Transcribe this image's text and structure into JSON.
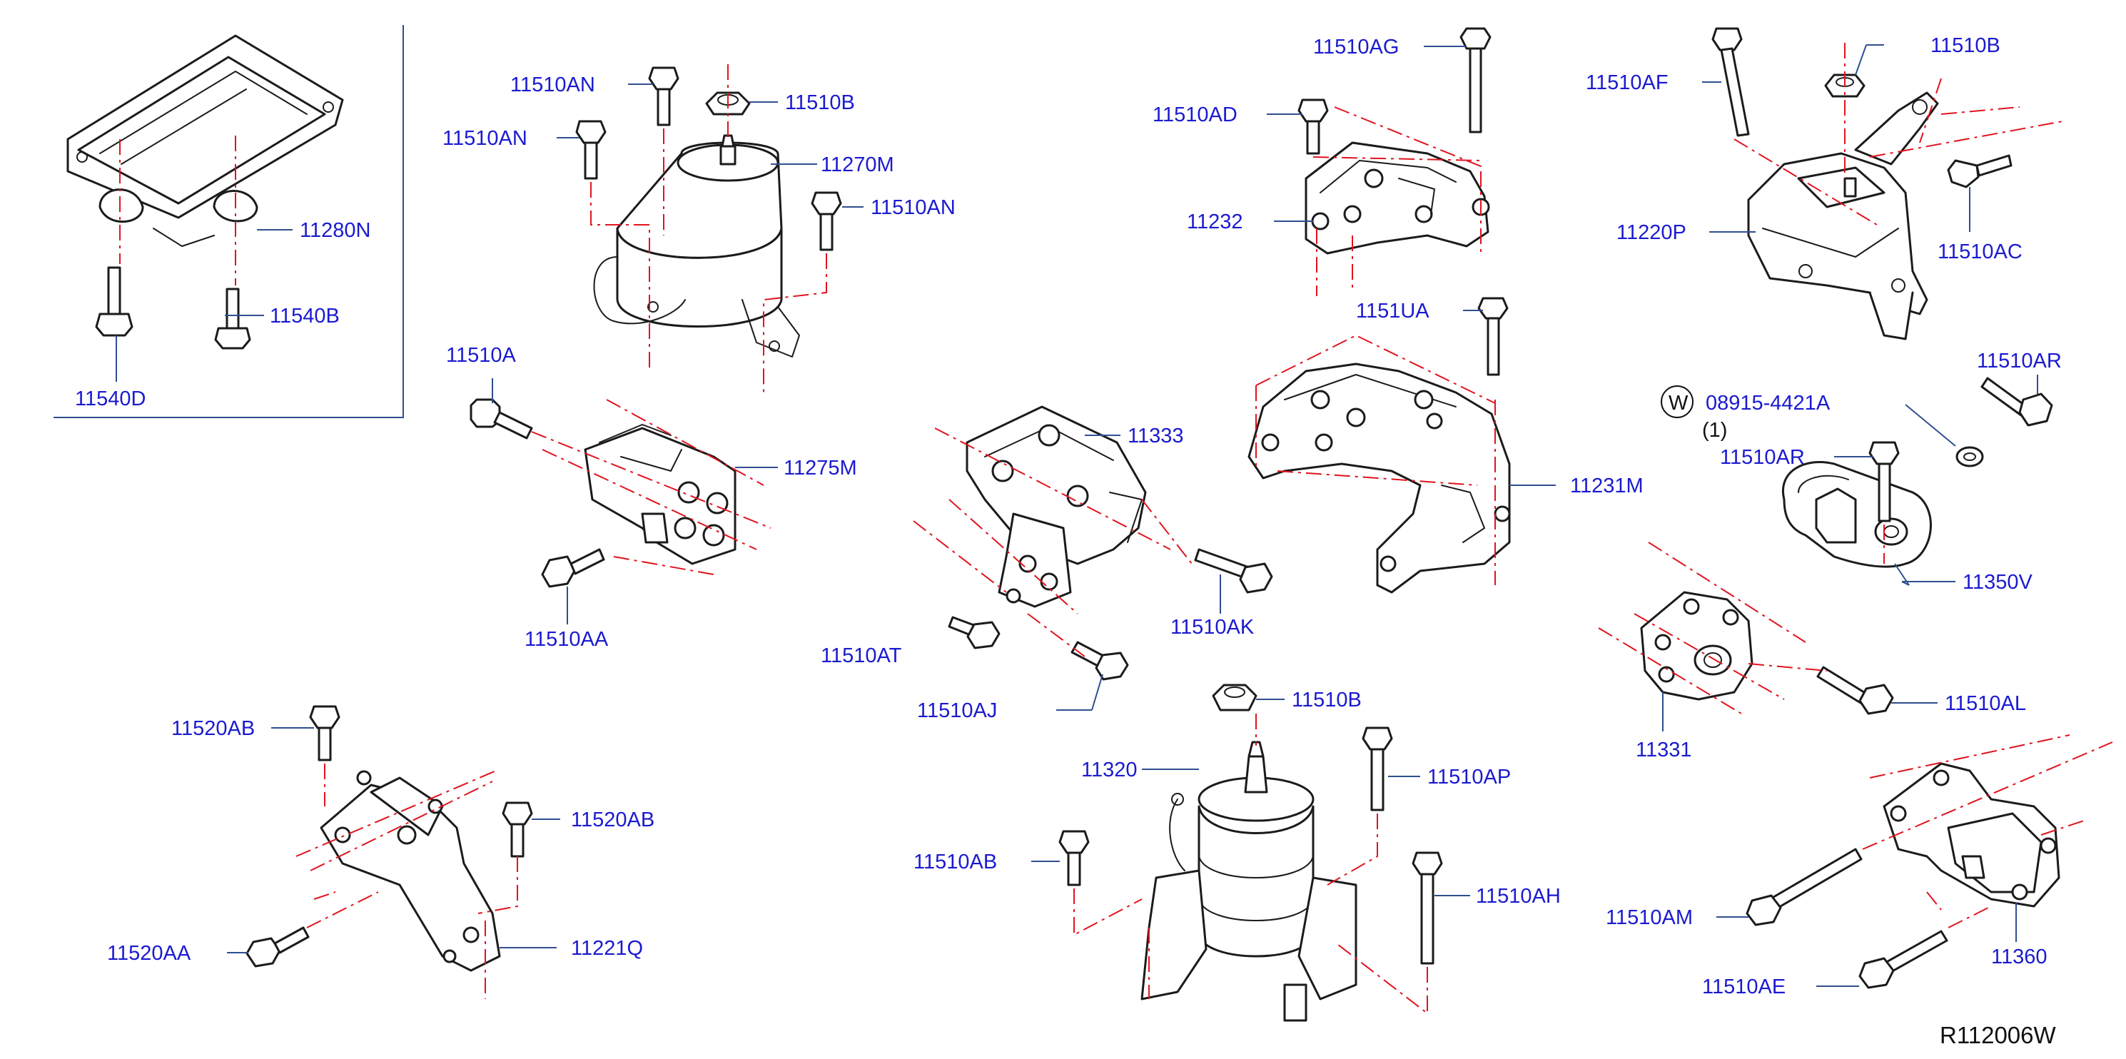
{
  "diagram": {
    "reference_code": "R112006W",
    "washer_symbol": "W",
    "washer_part": "08915-4421A",
    "washer_qty": "(1)",
    "labels": {
      "p11280N": "11280N",
      "p11540B": "11540B",
      "p11540D": "11540D",
      "p11510AN_a": "11510AN",
      "p11510AN_b": "11510AN",
      "p11510AN_c": "11510AN",
      "p11510B_a": "11510B",
      "p11270M": "11270M",
      "p11510A": "11510A",
      "p11275M": "11275M",
      "p11510AA": "11510AA",
      "p11333": "11333",
      "p11510AK": "11510AK",
      "p11510AT": "11510AT",
      "p11510AJ": "11510AJ",
      "p11510AG": "11510AG",
      "p11510AD": "11510AD",
      "p11232": "11232",
      "p1151UA": "1151UA",
      "p11231M": "11231M",
      "p11510AF": "11510AF",
      "p11510B_b": "11510B",
      "p11220P": "11220P",
      "p11510AC": "11510AC",
      "p11510AR_a": "11510AR",
      "p11510AR_b": "11510AR",
      "p11350V": "11350V",
      "p11331": "11331",
      "p11510AL": "11510AL",
      "p11510B_c": "11510B",
      "p11320": "11320",
      "p11510AP": "11510AP",
      "p11510AB": "11510AB",
      "p11510AH": "11510AH",
      "p11520AB_a": "11520AB",
      "p11520AB_b": "11520AB",
      "p11520AA": "11520AA",
      "p11221Q": "11221Q",
      "p11510AM": "11510AM",
      "p11360": "11360",
      "p11510AE": "11510AE"
    }
  }
}
